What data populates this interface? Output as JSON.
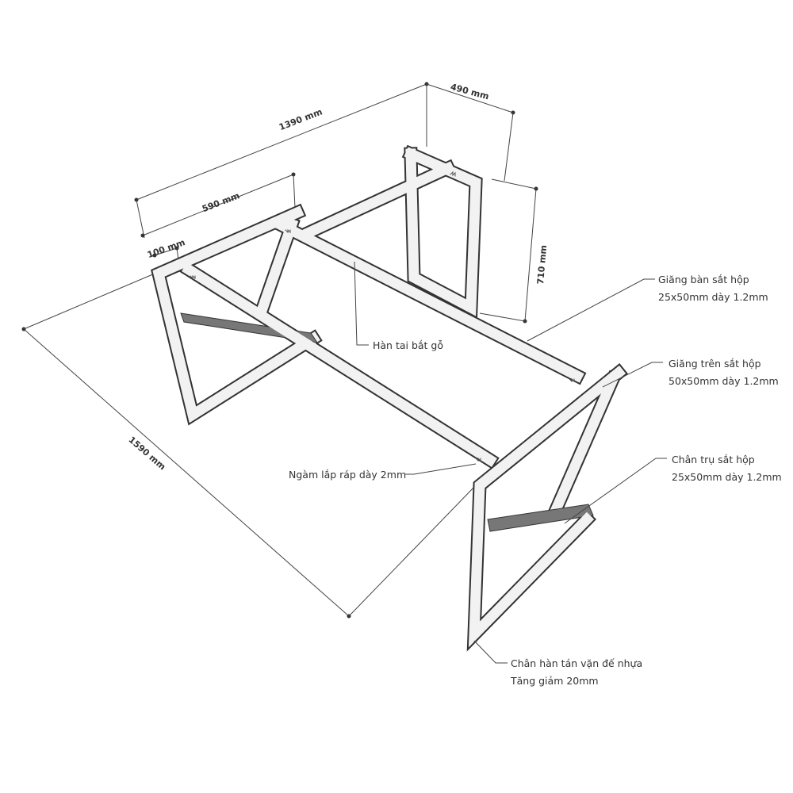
{
  "dimensions": {
    "total_length": "1390 mm",
    "depth": "490 mm",
    "height": "710 mm",
    "leg_depth": "590 mm",
    "offset": "100 mm",
    "diagonal": "1590 mm"
  },
  "annotations": {
    "weld_tab": "Hàn tai bắt gỗ",
    "table_rail_line1": "Giăng bàn sắt hộp",
    "table_rail_line2": "25x50mm dày 1.2mm",
    "top_rail_line1": "Giăng trên sắt hộp",
    "top_rail_line2": "50x50mm dày 1.2mm",
    "leg_post_line1": "Chân trụ sắt hộp",
    "leg_post_line2": "25x50mm dày 1.2mm",
    "joint": "Ngàm lắp ráp dày 2mm",
    "foot_line1": "Chân hàn tán vặn đế nhựa",
    "foot_line2": "Tăng giảm 20mm"
  },
  "colors": {
    "frame": "#f2f2f2",
    "outline": "#333333",
    "shadow": "#777777"
  }
}
